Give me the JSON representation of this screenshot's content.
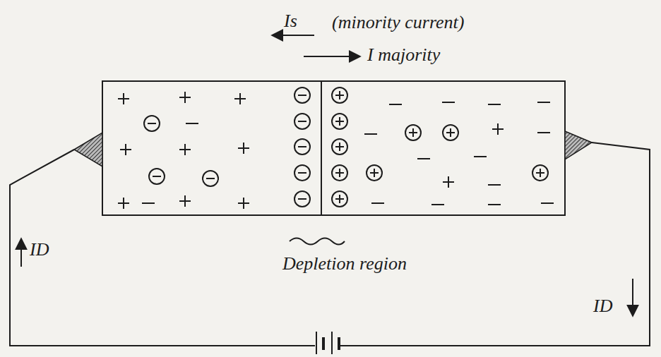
{
  "diagram": {
    "labels": [
      "Is",
      "(minority current)",
      "I majority",
      "Depletion region",
      "ID",
      "ID"
    ]
  }
}
